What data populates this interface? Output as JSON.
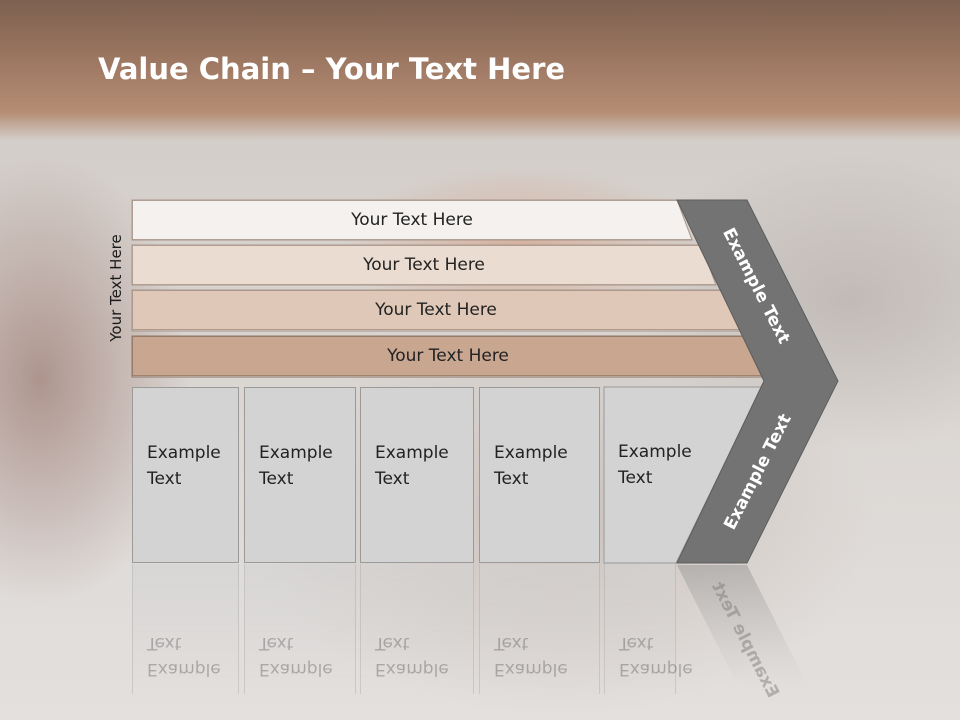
{
  "slide": {
    "title_bold": "Value Chain",
    "title_rest": " – Your Text Here",
    "side_label": "Your Text Here"
  },
  "bands": [
    {
      "label": "Your Text Here",
      "color": "#f4f1ee"
    },
    {
      "label": "Your Text Here",
      "color": "#ebdcd1"
    },
    {
      "label": "Your Text Here",
      "color": "#dfc8b8"
    },
    {
      "label": "Your Text Here",
      "color": "#c9a690"
    }
  ],
  "columns": [
    {
      "label": "Example\nText"
    },
    {
      "label": "Example\nText"
    },
    {
      "label": "Example\nText"
    },
    {
      "label": "Example\nText"
    },
    {
      "label": "Example\nText"
    }
  ],
  "chevron": {
    "top_text": "Example Text",
    "bottom_text": "Example Text",
    "color": "#737373"
  }
}
